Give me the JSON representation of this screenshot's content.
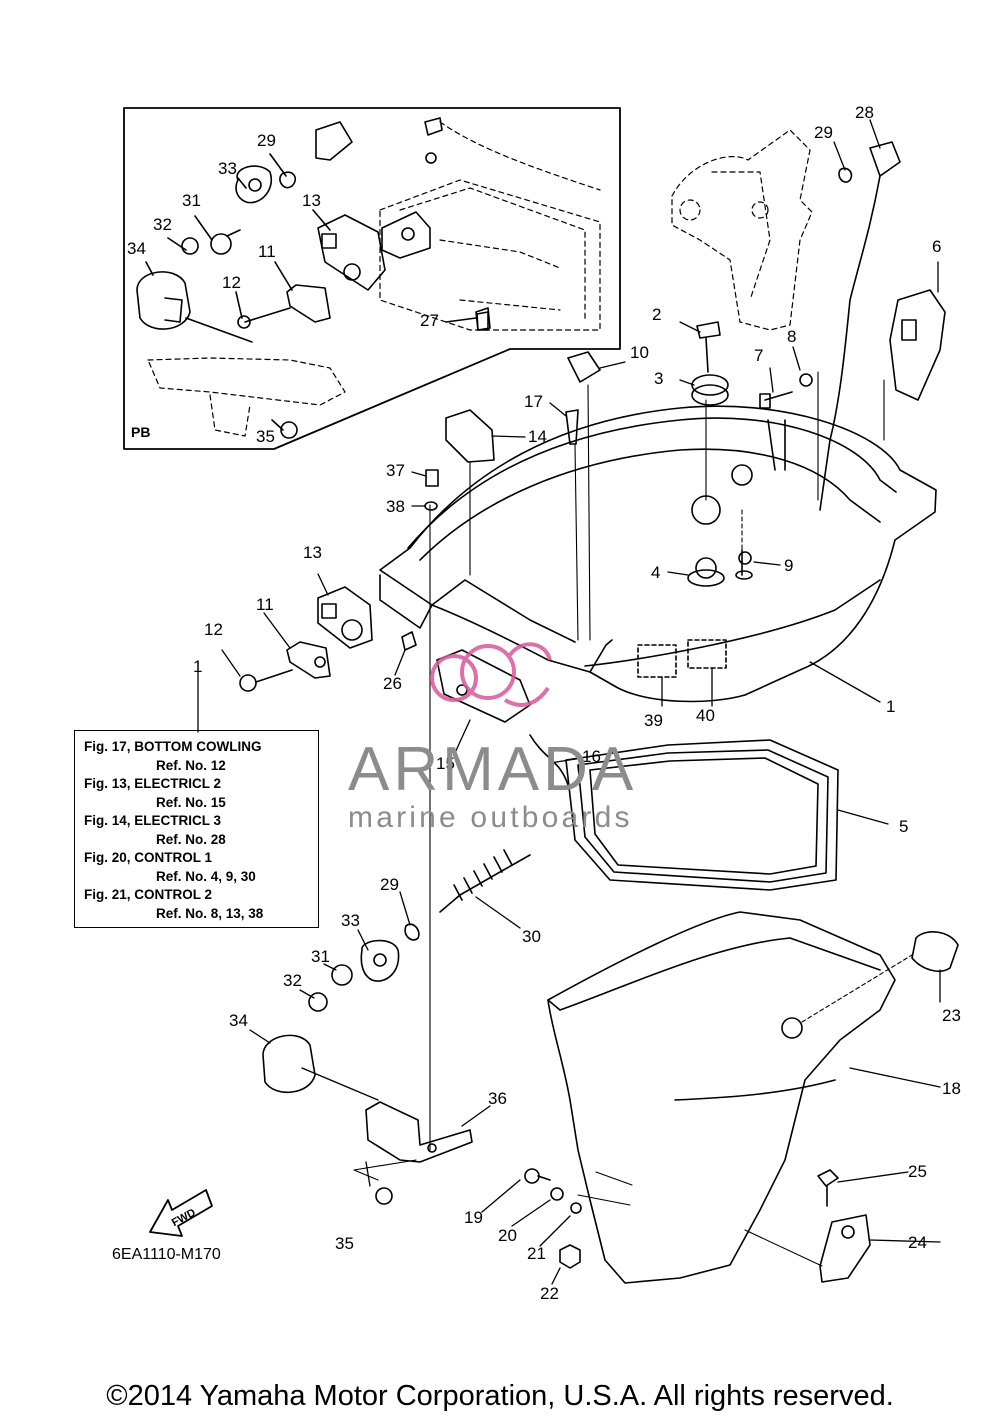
{
  "inset": {
    "label": "PB"
  },
  "callouts": {
    "p1a": "1",
    "p1b": "1",
    "p2": "2",
    "p3": "3",
    "p4": "4",
    "p5": "5",
    "p6": "6",
    "p7": "7",
    "p8": "8",
    "p9": "9",
    "p10": "10",
    "p11a": "11",
    "p11b": "11",
    "p12a": "12",
    "p12b": "12",
    "p13a": "13",
    "p13b": "13",
    "p14": "14",
    "p15": "15",
    "p16": "16",
    "p17": "17",
    "p18": "18",
    "p19": "19",
    "p20": "20",
    "p21": "21",
    "p22": "22",
    "p23": "23",
    "p24": "24",
    "p25": "25",
    "p26": "26",
    "p27": "27",
    "p28": "28",
    "p29a": "29",
    "p29b": "29",
    "p30": "30",
    "p31a": "31",
    "p31b": "31",
    "p32a": "32",
    "p32b": "32",
    "p33a": "33",
    "p33b": "33",
    "p34a": "34",
    "p34b": "34",
    "p35a": "35",
    "p35b": "35",
    "p36": "36",
    "p37": "37",
    "p38": "38",
    "p39": "39",
    "p40": "40"
  },
  "reference_box": [
    {
      "fig": "Fig. 17, BOTTOM COWLING",
      "ref": "Ref. No. 12"
    },
    {
      "fig": "Fig. 13, ELECTRICL 2",
      "ref": "Ref. No. 15"
    },
    {
      "fig": "Fig. 14, ELECTRICL 3",
      "ref": "Ref. No. 28"
    },
    {
      "fig": "Fig. 20, CONTROL 1",
      "ref": "Ref. No. 4, 9, 30"
    },
    {
      "fig": "Fig. 21, CONTROL 2",
      "ref": "Ref. No. 8, 13, 38"
    }
  ],
  "fwd_arrow_label": "FWD",
  "diagram_code": "6EA1110-M170",
  "watermark": {
    "name": "ARMADA",
    "tagline": "marine outboards",
    "logo_color": "#d9589b",
    "text_color": "#8c8c8c"
  },
  "copyright": "©2014 Yamaha Motor Corporation, U.S.A. All rights reserved."
}
